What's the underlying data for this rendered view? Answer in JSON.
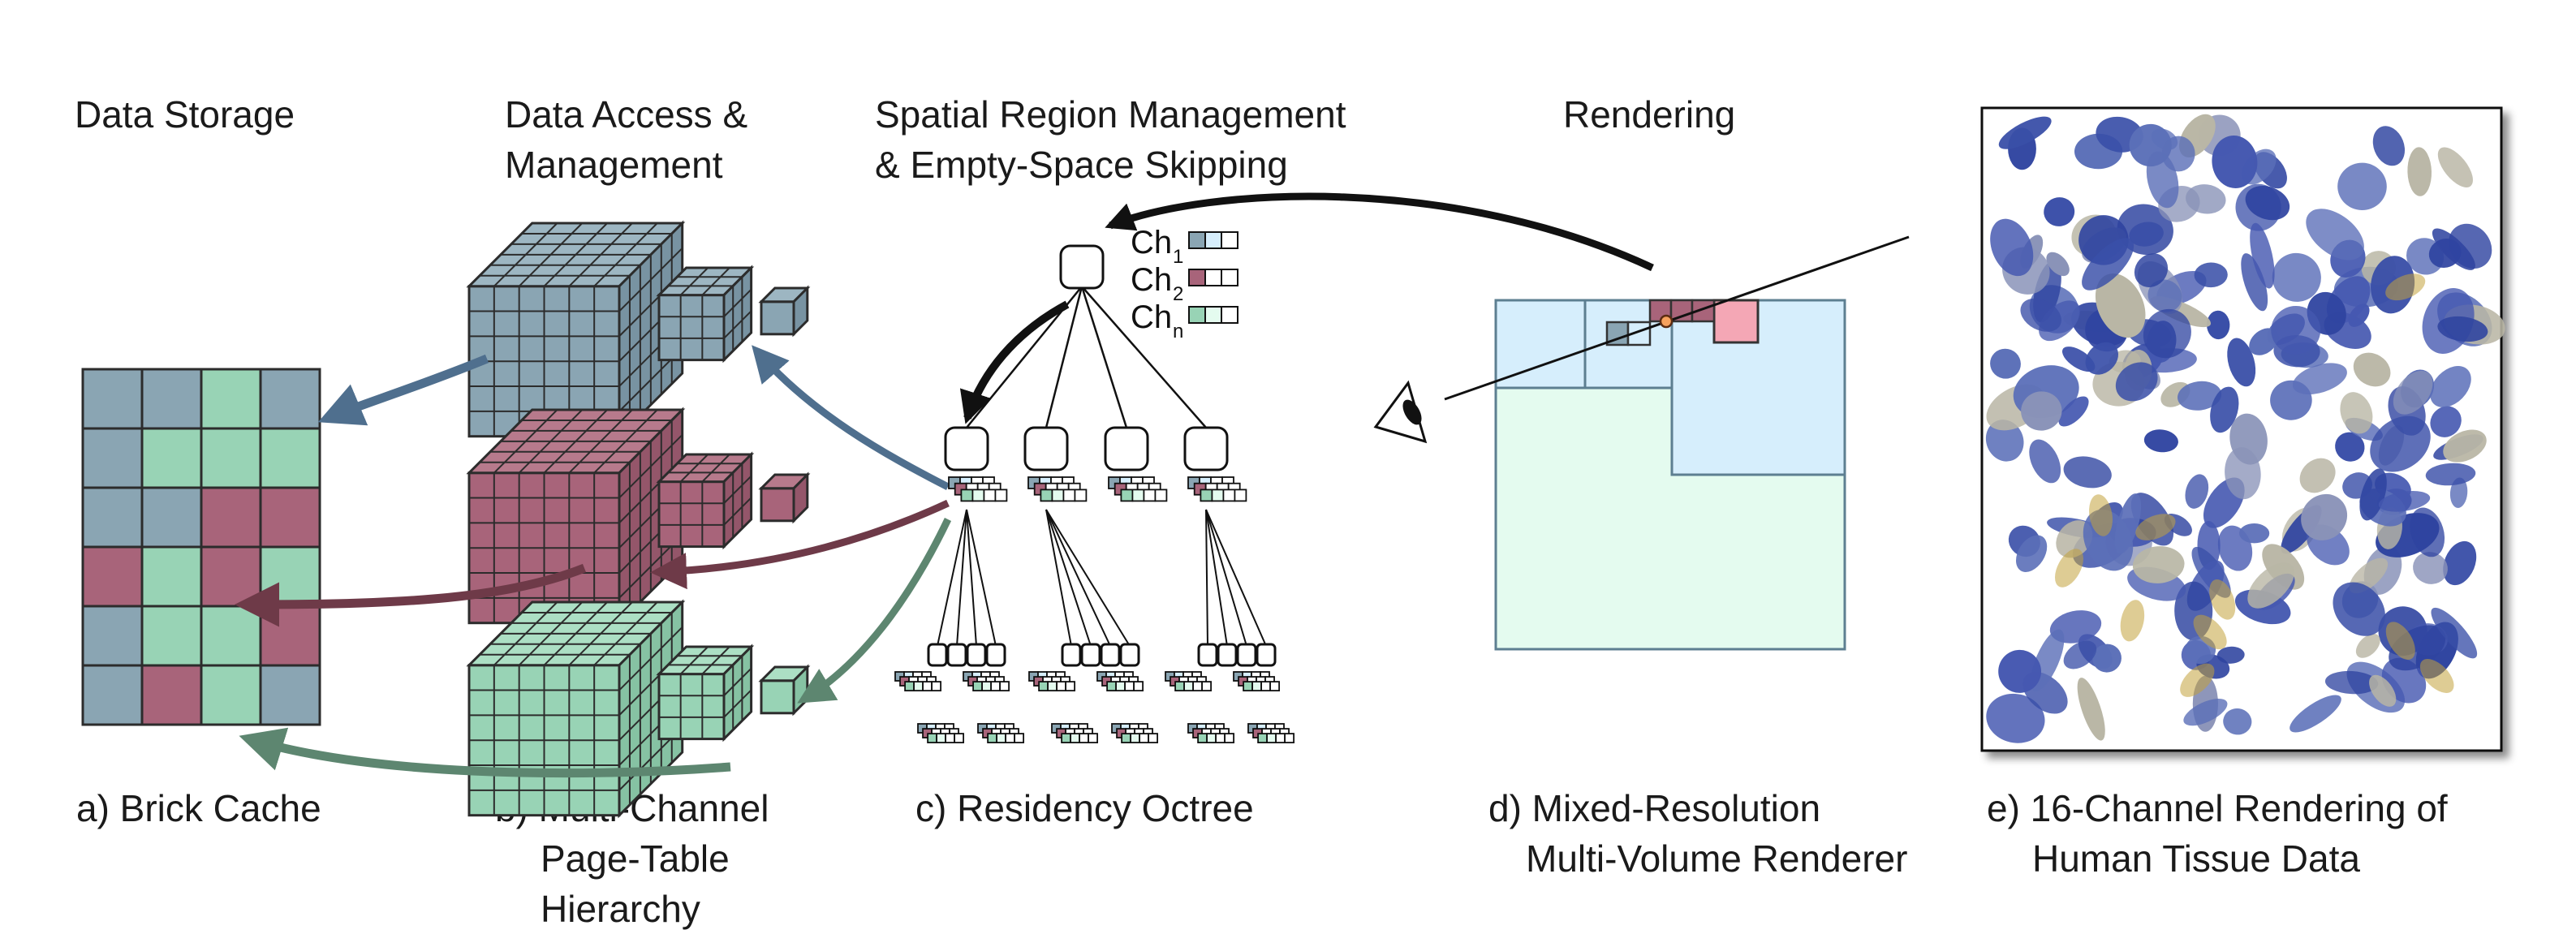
{
  "headers": {
    "storage": "Data Storage",
    "access_line1": "Data Access &",
    "access_line2": "Management",
    "spatial_line1": "Spatial Region Management",
    "spatial_line2": "& Empty-Space Skipping",
    "rendering": "Rendering"
  },
  "captions": {
    "a": "a) Brick Cache",
    "b_line1": "b) Multi-Channel",
    "b_line2": "Page-Table",
    "b_line3": "Hierarchy",
    "c": "c) Residency Octree",
    "d_line1": "d) Mixed-Resolution",
    "d_line2": "Multi-Volume Renderer",
    "e_line1": "e) 16-Channel Rendering of",
    "e_line2": "Human Tissue Data"
  },
  "channel_legend": [
    {
      "base": "Ch",
      "sub": "1",
      "color": "#8aa5b3"
    },
    {
      "base": "Ch",
      "sub": "2",
      "color": "#a8647a"
    },
    {
      "base": "Ch",
      "sub": "n",
      "color": "#98d3b5"
    }
  ],
  "colors": {
    "blue": "#8aa5b3",
    "red": "#a8647a",
    "green": "#98d3b5",
    "arrow_blue": "#4f6f8e",
    "arrow_red": "#6e3a48",
    "arrow_green": "#5d8670",
    "light_blue": "#d6eefc",
    "light_green": "#e4fbef",
    "pink": "#f4a7b5",
    "nucleus": "#3a4fa8"
  },
  "brick_cache_grid": [
    [
      "b",
      "b",
      "g",
      "b"
    ],
    [
      "b",
      "g",
      "g",
      "g"
    ],
    [
      "b",
      "b",
      "r",
      "r"
    ],
    [
      "r",
      "g",
      "r",
      "g"
    ],
    [
      "b",
      "g",
      "g",
      "r"
    ],
    [
      "b",
      "r",
      "g",
      "b"
    ]
  ],
  "icons": {
    "eye": "eye-icon",
    "camera": "camera-ray-icon"
  }
}
